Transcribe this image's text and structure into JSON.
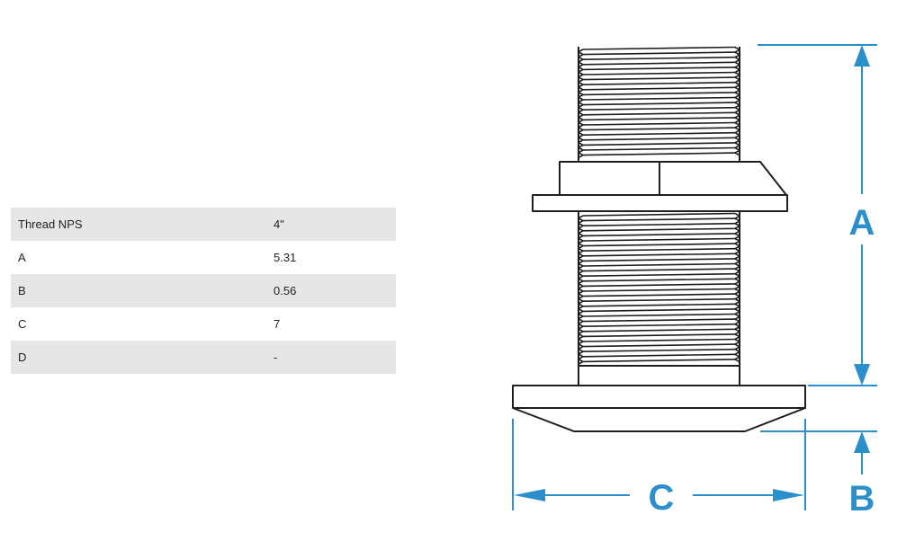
{
  "spec_table": {
    "rows": [
      {
        "label": "Thread NPS",
        "value": "4\""
      },
      {
        "label": "A",
        "value": "5.31"
      },
      {
        "label": "B",
        "value": "0.56"
      },
      {
        "label": "C",
        "value": "7"
      },
      {
        "label": "D",
        "value": "-"
      }
    ]
  },
  "diagram": {
    "labels": {
      "a": "A",
      "b": "B",
      "c": "C"
    },
    "colors": {
      "dimension": "#2b8fcc",
      "outline": "#1e1e1e"
    }
  }
}
